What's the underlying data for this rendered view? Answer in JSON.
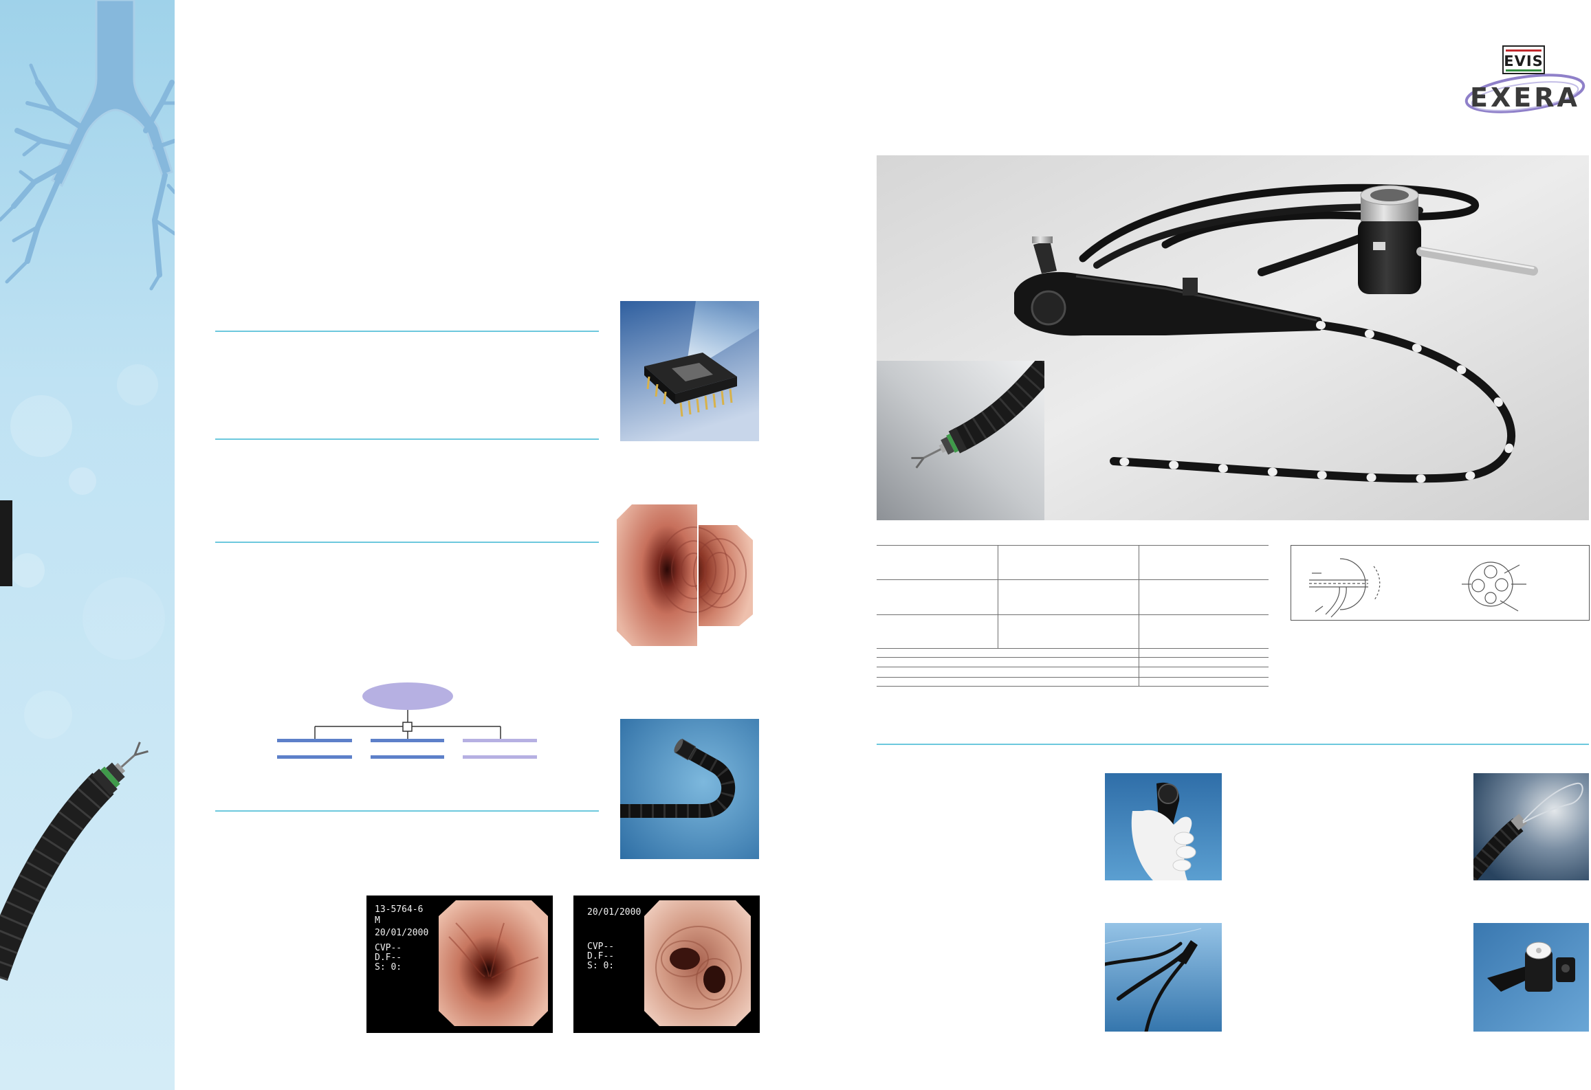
{
  "logo": {
    "emblem": "EVIS",
    "wordmark": "EXERA"
  },
  "endoscopic_images": [
    {
      "lines": [
        "13-5764-6",
        "M",
        "20/01/2000",
        "CVP--",
        "D.F--",
        "S: 0:"
      ]
    },
    {
      "lines": [
        "20/01/2000",
        "CVP--",
        "D.F--",
        "S: 0:"
      ]
    }
  ],
  "colors": {
    "accent_rule": "#6cc8dd",
    "diagram_blue": "#5d80c9",
    "diagram_lavender": "#b6b0e2"
  }
}
